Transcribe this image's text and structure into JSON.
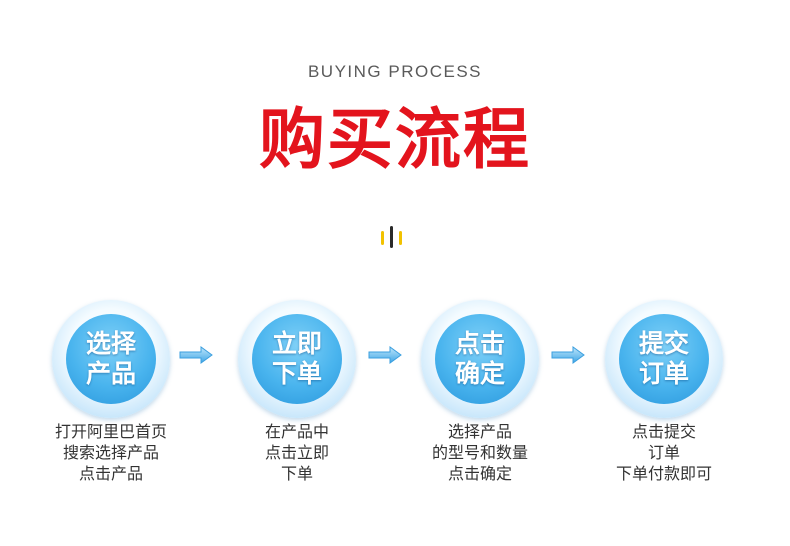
{
  "header": {
    "subtitle": "BUYING PROCESS",
    "title": "购买流程"
  },
  "colors": {
    "title": "#e3141d",
    "accent_yellow": "#f2c200",
    "circle_blue": "#49b4ee",
    "text": "#333333"
  },
  "steps": [
    {
      "label": "选择产品",
      "lines": [
        "打开阿里巴首页",
        "搜索选择产品",
        "点击产品"
      ]
    },
    {
      "label": "立即下单",
      "lines": [
        "在产品中",
        "点击立即",
        "下单"
      ]
    },
    {
      "label": "点击确定",
      "lines": [
        "选择产品",
        "的型号和数量",
        "点击确定"
      ]
    },
    {
      "label": "提交订单",
      "lines": [
        "点击提交",
        "订单",
        "下单付款即可"
      ]
    }
  ],
  "arrows": [
    "arrow-right-icon",
    "arrow-right-icon",
    "arrow-right-icon"
  ]
}
